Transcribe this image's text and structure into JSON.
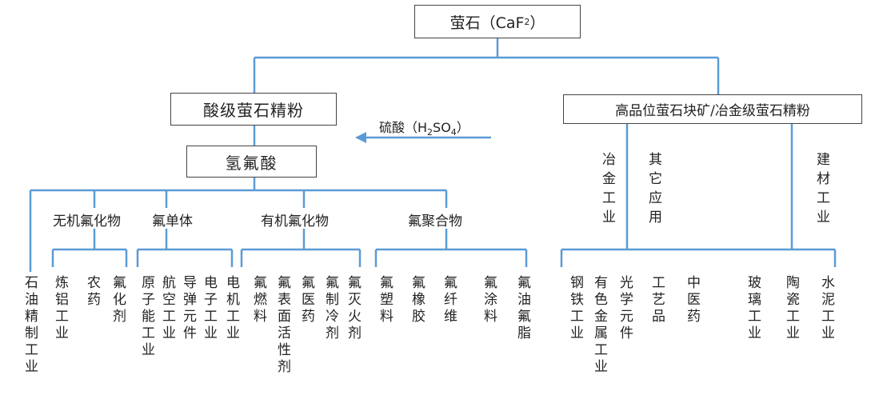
{
  "root": {
    "label": "萤石（CaF",
    "sub": "2",
    "close": "）"
  },
  "acid": {
    "label": "酸级萤石精粉"
  },
  "high": {
    "label": "高品位萤石块矿/冶金级萤石精粉"
  },
  "hf": {
    "label": "氢氟酸"
  },
  "arrow": {
    "label": "硫酸（H",
    "sub1": "2",
    "mid": "SO",
    "sub2": "4",
    "close": "）"
  },
  "groups": {
    "inorganic": "无机氟化物",
    "fluorine": "氟单体",
    "organic": "有机氟化物",
    "polymer": "氟聚合物"
  },
  "right_groups": {
    "metallurgy": "冶金工业",
    "other": "其它应用",
    "building": "建材工业"
  },
  "leaves": [
    "石油精制工业",
    "炼铝工业",
    "农药",
    "氟化剂",
    "原子能工业",
    "航空工业",
    "导弹元件",
    "电子工业",
    "电机工业",
    "氟燃料",
    "氟表面活性剂",
    "氟医药",
    "氟制冷剂",
    "氟灭火剂",
    "氟塑料",
    "氟橡胶",
    "氟纤维",
    "氟涂料",
    "氟油氟脂",
    "钢铁工业",
    "有色金属工业",
    "光学元件",
    "工艺品",
    "中医药",
    "玻璃工业",
    "陶瓷工业",
    "水泥工业"
  ],
  "colors": {
    "line": "#5b9bd5",
    "border": "#444444"
  }
}
